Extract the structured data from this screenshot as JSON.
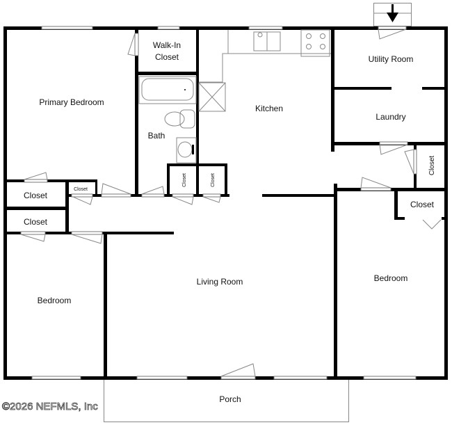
{
  "rooms": {
    "primary_bedroom": "Primary Bedroom",
    "walk_in_closet_line1": "Walk-In",
    "walk_in_closet_line2": "Closet",
    "bath": "Bath",
    "kitchen": "Kitchen",
    "utility_room": "Utility Room",
    "laundry": "Laundry",
    "closet_left_1": "Closet",
    "closet_left_2": "Closet",
    "closet_small": "Closet",
    "closet_hall_1": "Closet",
    "closet_hall_2": "Closet",
    "closet_right_vertical": "Closet",
    "closet_right": "Closet",
    "bedroom_left": "Bedroom",
    "living_room": "Living Room",
    "bedroom_right": "Bedroom",
    "porch": "Porch"
  },
  "watermark": "©2026 NEFMLS, Inc"
}
